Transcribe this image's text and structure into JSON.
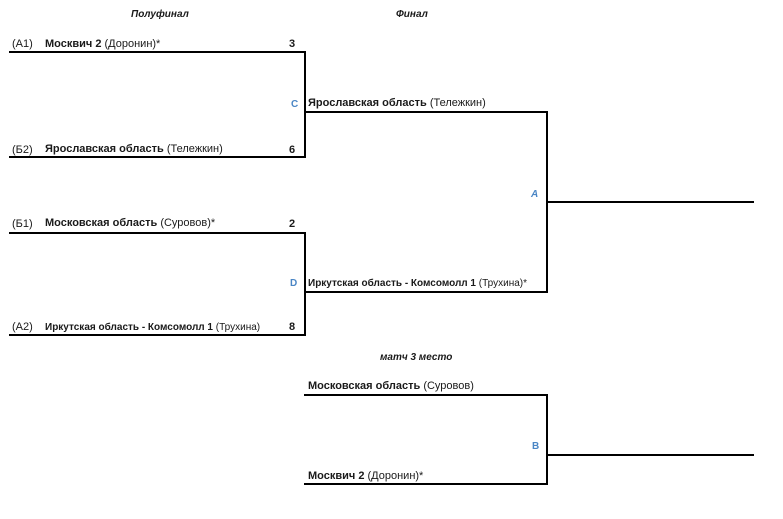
{
  "headings": {
    "semifinal": "Полуфинал",
    "final": "Финал",
    "third_place": "матч 3 место"
  },
  "semifinals": [
    {
      "label": "C",
      "top": {
        "seed": "(А1)",
        "team": "Москвич 2",
        "coach": "(Доронин)*",
        "score": "3"
      },
      "bottom": {
        "seed": "(Б2)",
        "team": "Ярославская область",
        "coach": "(Тележкин)",
        "score": "6"
      }
    },
    {
      "label": "D",
      "top": {
        "seed": "(Б1)",
        "team": "Московская область",
        "coach": "(Суровов)*",
        "score": "2"
      },
      "bottom": {
        "seed": "(А2)",
        "team": "Иркутская область - Комсомолл 1",
        "coach": "(Трухина)",
        "score": "8"
      }
    }
  ],
  "final": {
    "label": "A",
    "top": {
      "team": "Ярославская область",
      "coach": "(Тележкин)"
    },
    "bottom": {
      "team": "Иркутская область - Комсомолл 1",
      "coach": "(Трухина)*"
    }
  },
  "third_place": {
    "label": "B",
    "top": {
      "team": "Московская область",
      "coach": "(Суровов)"
    },
    "bottom": {
      "team": "Москвич 2",
      "coach": "(Доронин)*"
    }
  },
  "colors": {
    "line": "#000000",
    "match_label": "#4a86c5"
  }
}
